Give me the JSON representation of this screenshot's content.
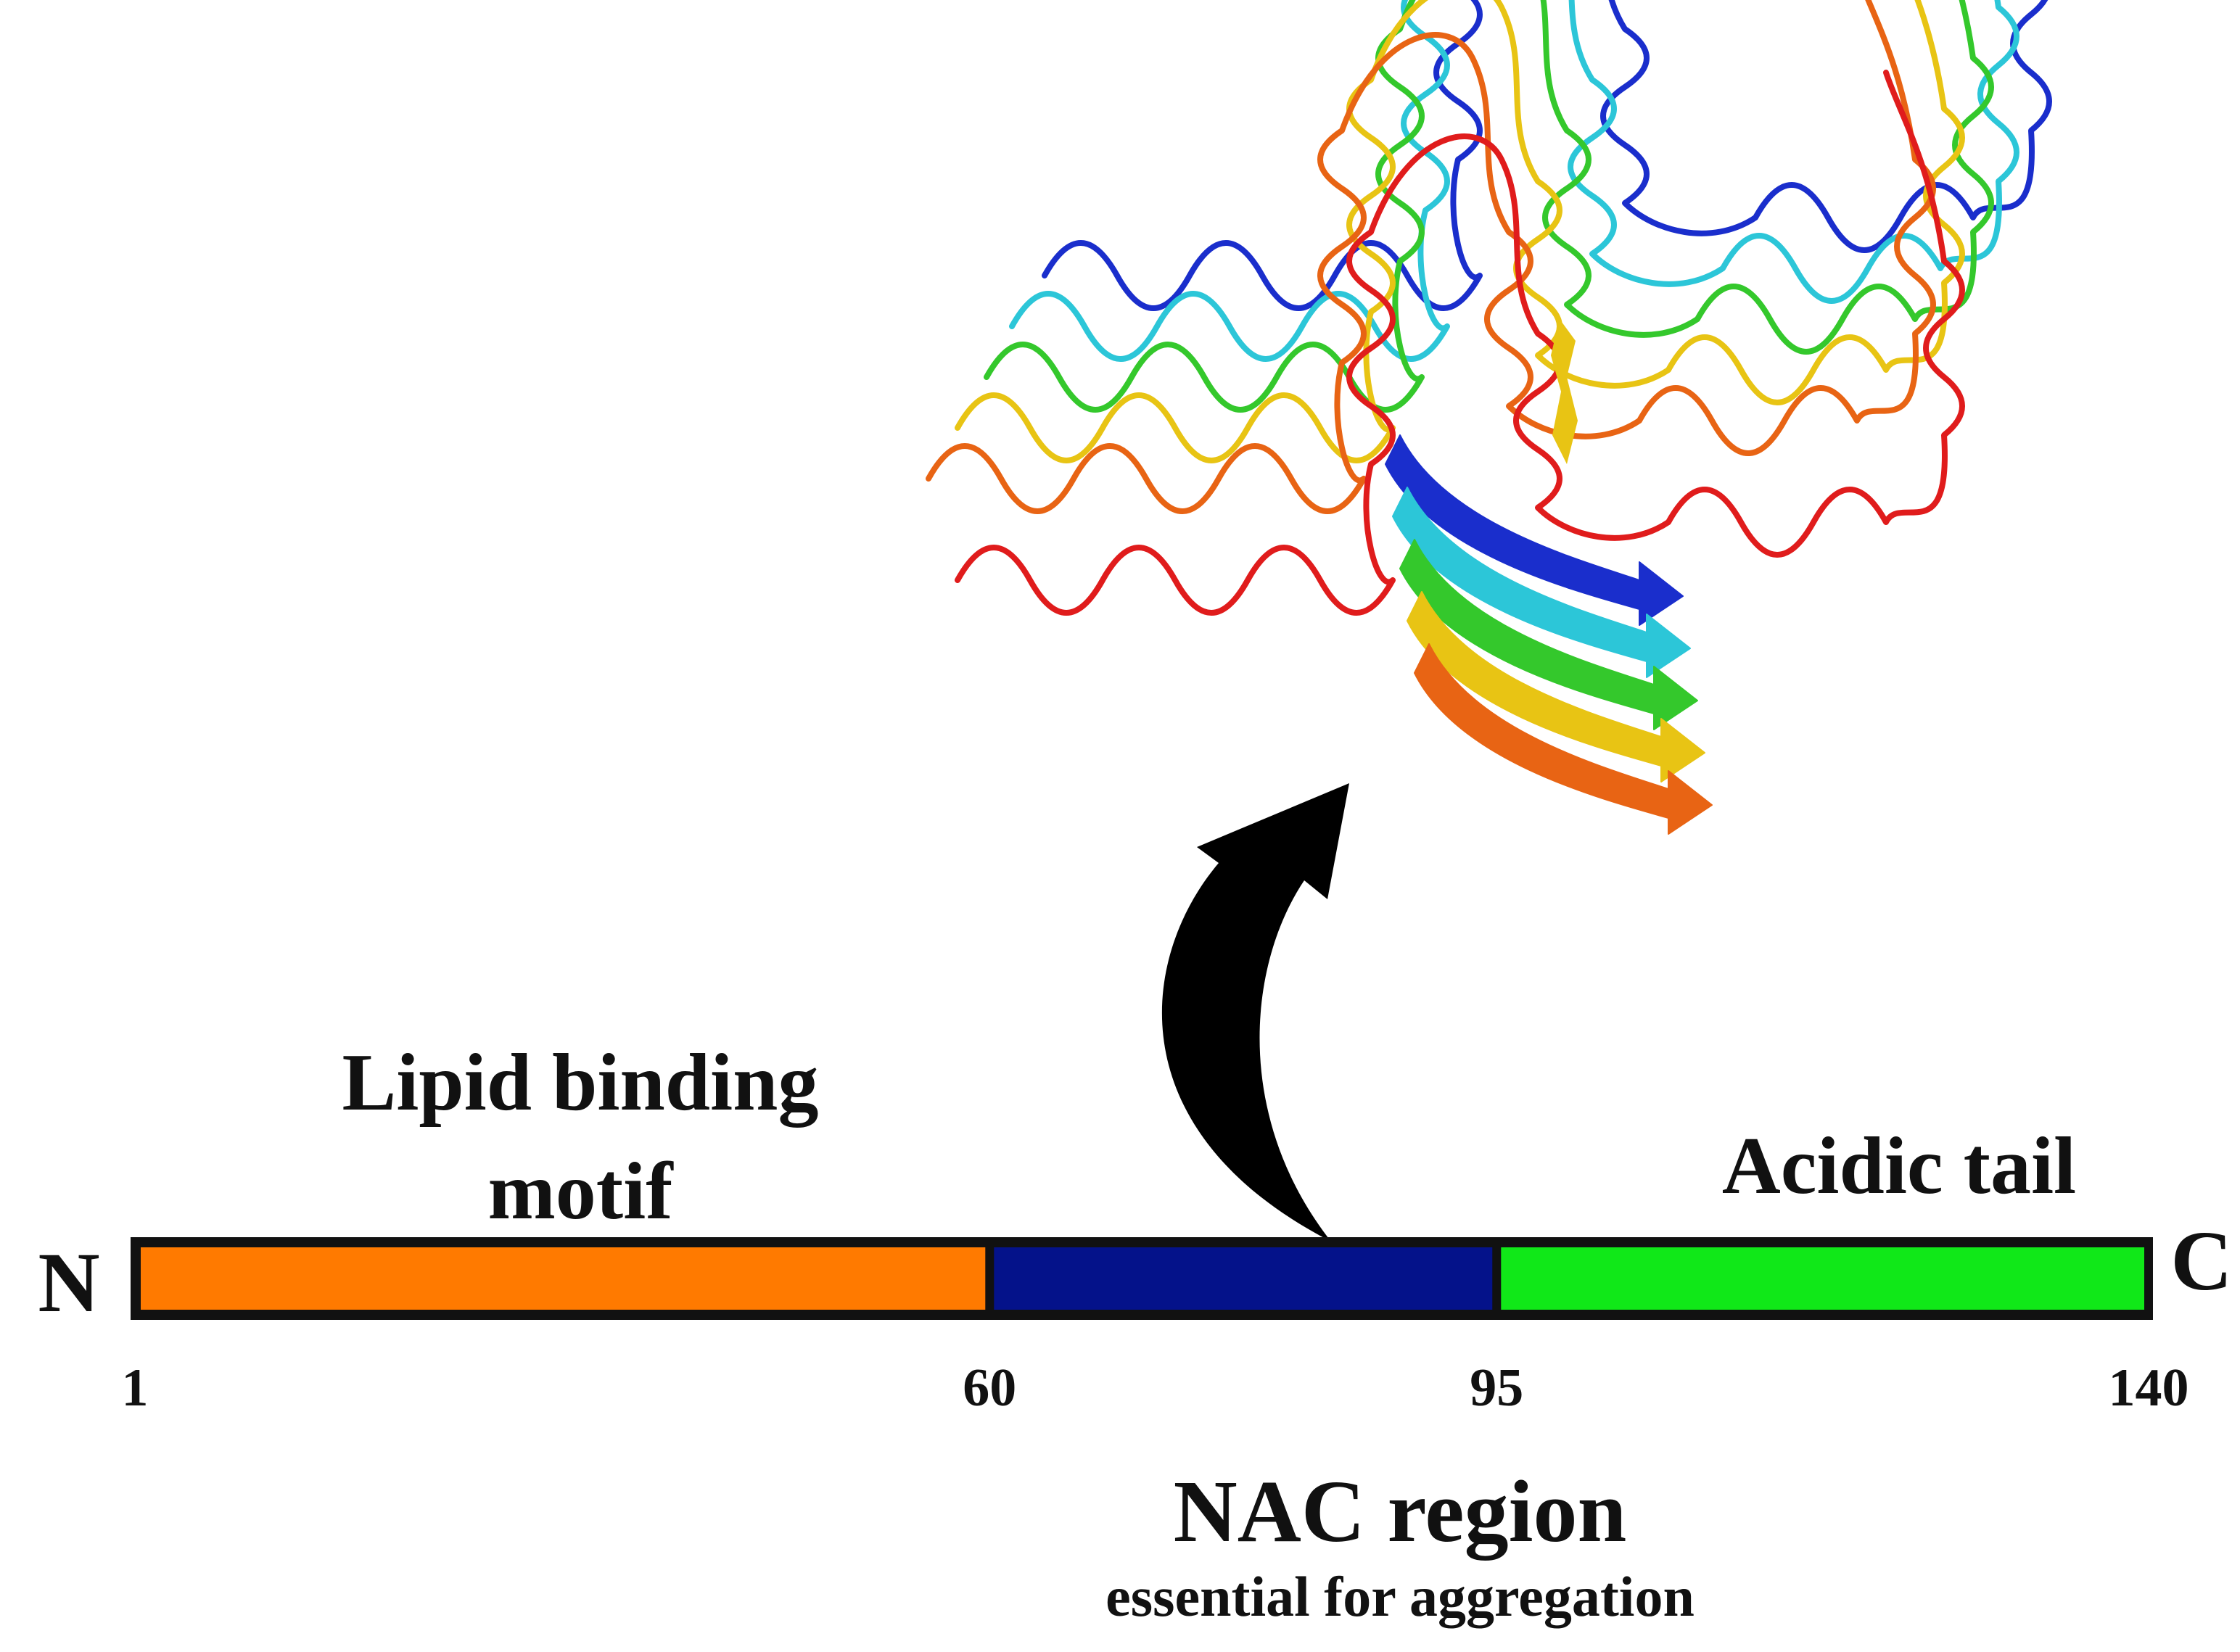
{
  "domain_labels": {
    "lipid_line1": "Lipid binding",
    "lipid_line2": "motif",
    "acidic": "Acidic tail",
    "nac_title": "NAC region",
    "nac_subtitle": "essential for aggregation"
  },
  "terminals": {
    "n": "N",
    "c": "C"
  },
  "residue_ticks": [
    "1",
    "60",
    "95",
    "140"
  ],
  "sequence": {
    "start": 1,
    "end": 140,
    "segments": [
      {
        "from": 1,
        "to": 60,
        "color": "#FF7A00"
      },
      {
        "from": 60,
        "to": 95,
        "color": "#04128A"
      },
      {
        "from": 95,
        "to": 140,
        "color": "#10E818"
      }
    ]
  },
  "colors": {
    "outline": "#111111",
    "arrow": "#000000",
    "ribbon_palette": [
      "#1A2ECC",
      "#2CC6D8",
      "#34C82C",
      "#E8C414",
      "#E86414",
      "#E01C1C"
    ]
  },
  "structure": {
    "icon": "amyloid-fibril-ribbon-structure",
    "strand_count": 5
  }
}
